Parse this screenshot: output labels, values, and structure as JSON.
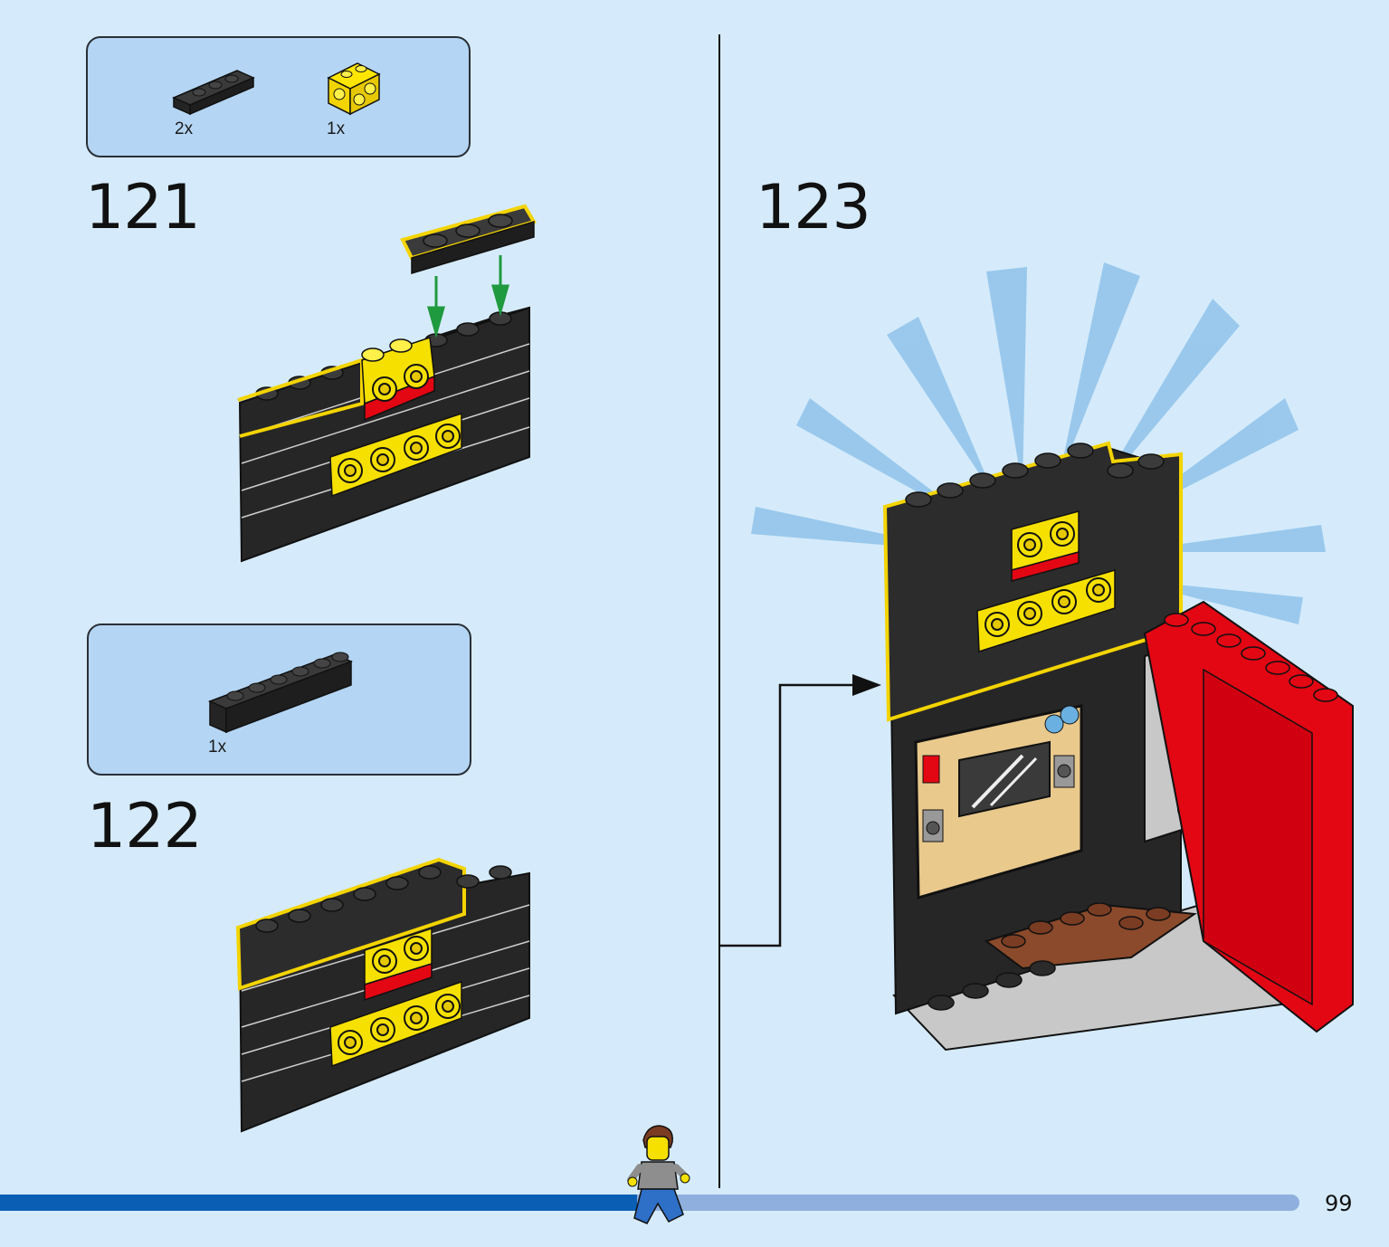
{
  "page": {
    "number": "99",
    "background_color": "#d5ebfb",
    "progress_fraction": 0.49
  },
  "colors": {
    "brick_black": "#2b2b2b",
    "brick_yellow": "#f6e000",
    "brick_red": "#e30613",
    "brick_brown": "#8b4a2b",
    "brick_gray": "#c8c8c8",
    "highlight_yellow": "#f4d400",
    "arrow_green": "#1f9a3f",
    "progress_done": "#0a5fb4",
    "progress_remaining": "#8fb0de"
  },
  "steps": [
    {
      "number": "121",
      "parts": [
        {
          "quantity": "2x",
          "icon": "black-plate-1x3-icon"
        },
        {
          "quantity": "1x",
          "icon": "yellow-brick-with-studs-icon"
        }
      ]
    },
    {
      "number": "122",
      "parts": [
        {
          "quantity": "1x",
          "icon": "black-brick-1x6-icon"
        }
      ]
    },
    {
      "number": "123",
      "parts": []
    }
  ]
}
